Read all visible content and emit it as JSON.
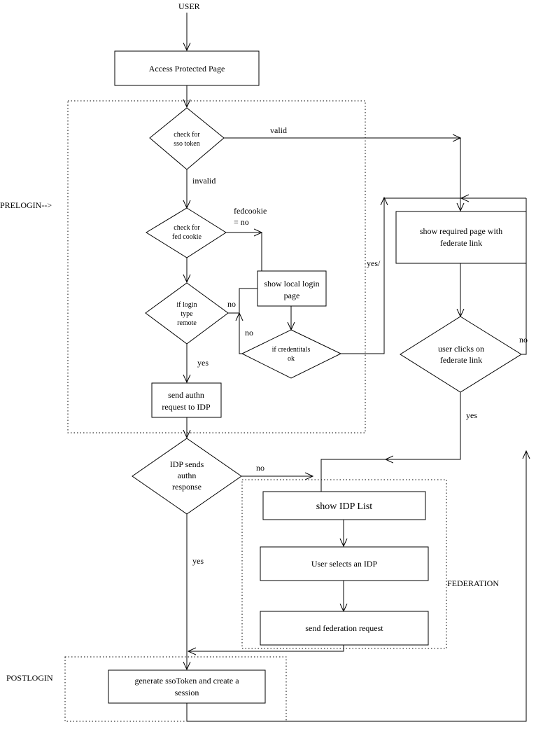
{
  "nodes": {
    "user": "USER",
    "access_page": "Access Protected Page",
    "check_sso": [
      "check for",
      "sso token"
    ],
    "check_fed": [
      "check for",
      "fed cookie"
    ],
    "login_type": [
      "if login",
      "type",
      "remote"
    ],
    "show_local_login": [
      "show local login",
      "page"
    ],
    "credentials_ok": [
      "if credentitals",
      "ok"
    ],
    "send_authn": [
      "send authn",
      "request to IDP"
    ],
    "show_required_page": [
      "show required page with",
      "federate link"
    ],
    "user_clicks": [
      "user clicks on",
      "federate link"
    ],
    "idp_sends": [
      "IDP sends",
      "authn",
      "response"
    ],
    "show_idp_list": "show IDP List",
    "user_selects_idp": "User selects an IDP",
    "send_federation": "send federation request",
    "generate_token": [
      "generate ssoToken and create a",
      "session"
    ]
  },
  "edge_labels": {
    "valid": "valid",
    "invalid": "invalid",
    "fedcookie_no": [
      "fedcookie",
      "= no"
    ],
    "no_login_type": "no",
    "no_credentials": "no",
    "yes_login": "yes",
    "yes_credentials": "yes/",
    "no_clicks": "no",
    "yes_clicks": "yes",
    "no_idp": "no",
    "yes_idp": "yes"
  },
  "regions": {
    "prelogin": "PRELOGIN-->",
    "federation": "FEDERATION",
    "postlogin": "POSTLOGIN"
  }
}
